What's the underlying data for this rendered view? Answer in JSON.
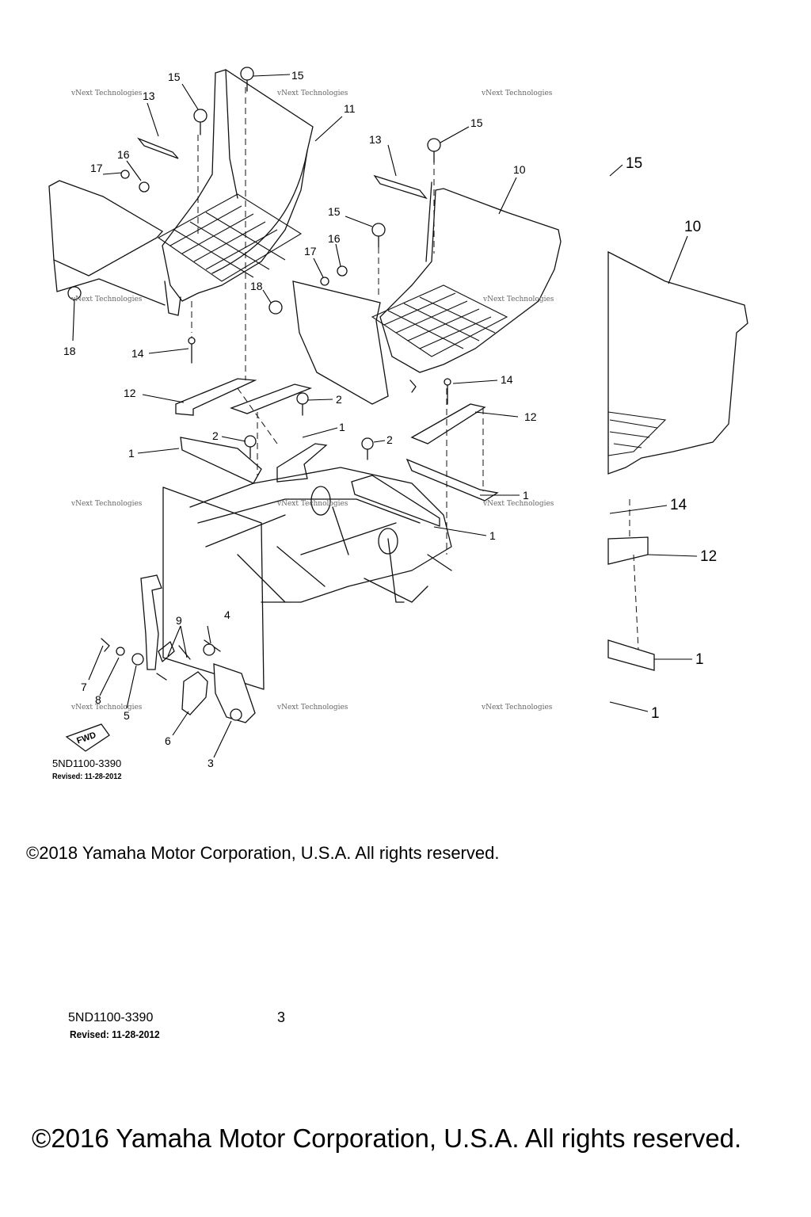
{
  "diagram": {
    "part_numbers": {
      "p1": "1",
      "p2": "2",
      "p3": "3",
      "p4": "4",
      "p5": "5",
      "p6": "6",
      "p7": "7",
      "p8": "8",
      "p9": "9",
      "p10": "10",
      "p11": "11",
      "p12": "12",
      "p13": "13",
      "p14": "14",
      "p15": "15",
      "p16": "16",
      "p17": "17",
      "p18": "18"
    },
    "fwd_label": "FWD",
    "watermark": "vNext Technologies",
    "drawing_code": "5ND1100-3390",
    "revised": "Revised: 11-28-2012",
    "copyright": "©2018 Yamaha Motor Corporation, U.S.A. All rights reserved."
  },
  "lower_copy": {
    "drawing_code": "5ND1100-3390",
    "revised": "Revised: 11-28-2012",
    "part_label": "3",
    "copyright": "©2016 Yamaha Motor Corporation, U.S.A. All rights reserved."
  },
  "colors": {
    "line": "#111111",
    "background": "#ffffff",
    "watermark": "#666666"
  }
}
